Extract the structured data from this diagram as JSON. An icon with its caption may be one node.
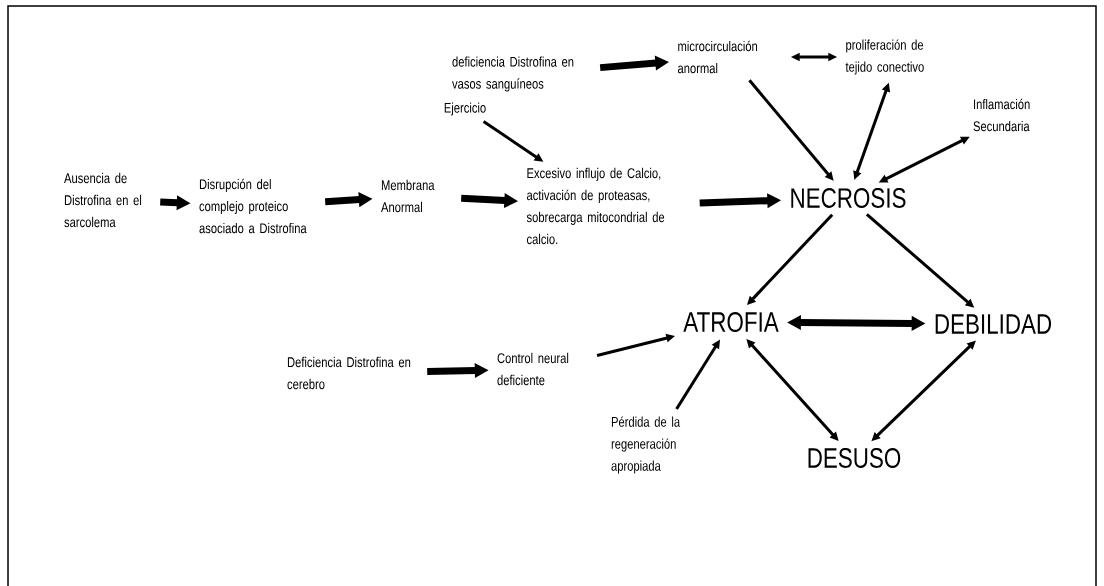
{
  "diagram": {
    "nodes": [
      {
        "text": [
          "deficiencia Distrofina en vasos sanguíneos"
        ]
      },
      {
        "text": [
          "microcirculación anormal"
        ]
      },
      {
        "text": [
          "proliferación de tejido conectivo"
        ]
      },
      {
        "text": [
          "Ejercicio"
        ]
      },
      {
        "text": [
          "Inflamación Secundaria"
        ]
      },
      {
        "text": [
          "Ausencia de Distrofina en el sarcolema"
        ]
      },
      {
        "text": [
          "Disrupción del complejo proteico asociado a Distrofina"
        ]
      },
      {
        "text": [
          "Membrana Anormal"
        ]
      },
      {
        "text": [
          "Excesivo influjo de Calcio, activación de proteasas, sobrecarga mitocondrial de calcio."
        ]
      },
      {
        "text": [
          "NECROSIS"
        ]
      },
      {
        "text": [
          "ATROFIA"
        ]
      },
      {
        "text": [
          "DEBILIDAD"
        ]
      },
      {
        "text": [
          "Deficiencia Distrofina en cerebro"
        ]
      },
      {
        "text": [
          "Control neural deficiente"
        ]
      },
      {
        "text": [
          "Pérdida de la regeneración apropiada"
        ]
      },
      {
        "text": [
          "DESUSO"
        ]
      }
    ],
    "edges": [
      {
        "from": 0,
        "to": 1,
        "arrow": "to",
        "style": "thick"
      },
      {
        "from": 1,
        "to": 2,
        "arrow": "both"
      },
      {
        "from": 1,
        "to": 9,
        "arrow": "to"
      },
      {
        "from": 2,
        "to": 9,
        "arrow": "both"
      },
      {
        "from": 4,
        "to": 9,
        "arrow": "both"
      },
      {
        "from": 3,
        "to": 8,
        "arrow": "to"
      },
      {
        "from": 5,
        "to": 6,
        "arrow": "to",
        "style": "thick"
      },
      {
        "from": 6,
        "to": 7,
        "arrow": "to",
        "style": "thick"
      },
      {
        "from": 7,
        "to": 8,
        "arrow": "to",
        "style": "thick"
      },
      {
        "from": 8,
        "to": 9,
        "arrow": "to",
        "style": "thick"
      },
      {
        "from": 9,
        "to": 10,
        "arrow": "to"
      },
      {
        "from": 9,
        "to": 11,
        "arrow": "to"
      },
      {
        "from": 10,
        "to": 11,
        "arrow": "both",
        "style": "thick"
      },
      {
        "from": 10,
        "to": 15,
        "arrow": "both"
      },
      {
        "from": 11,
        "to": 15,
        "arrow": "both"
      },
      {
        "from": 12,
        "to": 13,
        "arrow": "to",
        "style": "thick"
      },
      {
        "from": 13,
        "to": 10,
        "arrow": "to"
      },
      {
        "from": 14,
        "to": 10,
        "arrow": "to"
      }
    ]
  }
}
